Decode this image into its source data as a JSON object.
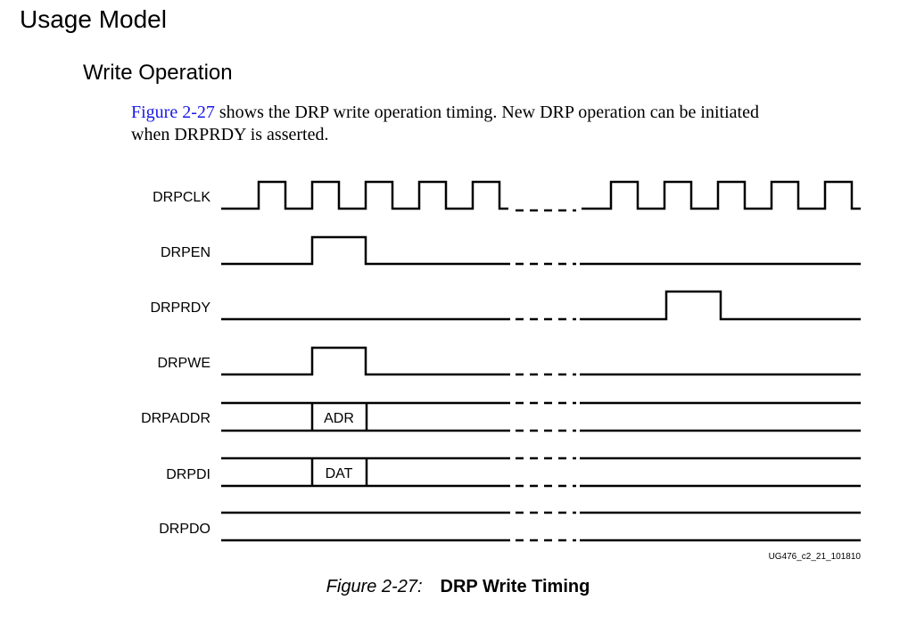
{
  "section_title": "Usage Model",
  "subsection_title": "Write Operation",
  "paragraph": {
    "link_text": "Figure 2-27",
    "line1_rest": " shows the DRP write operation timing. New DRP operation can be initiated",
    "line2": "when DRPRDY is asserted."
  },
  "diagram": {
    "signals": [
      {
        "name": "DRPCLK",
        "kind": "clock"
      },
      {
        "name": "DRPEN",
        "kind": "pulse",
        "pulse": "cycle 2"
      },
      {
        "name": "DRPRDY",
        "kind": "pulse",
        "pulse": "after break, cycle 2"
      },
      {
        "name": "DRPWE",
        "kind": "pulse",
        "pulse": "cycle 2"
      },
      {
        "name": "DRPADDR",
        "kind": "bus",
        "value": "ADR"
      },
      {
        "name": "DRPDI",
        "kind": "bus",
        "value": "DAT"
      },
      {
        "name": "DRPDO",
        "kind": "bus",
        "value": ""
      }
    ],
    "figure_id": "UG476_c2_21_101810"
  },
  "caption": {
    "label": "Figure 2-27:",
    "title": "DRP Write Timing"
  }
}
